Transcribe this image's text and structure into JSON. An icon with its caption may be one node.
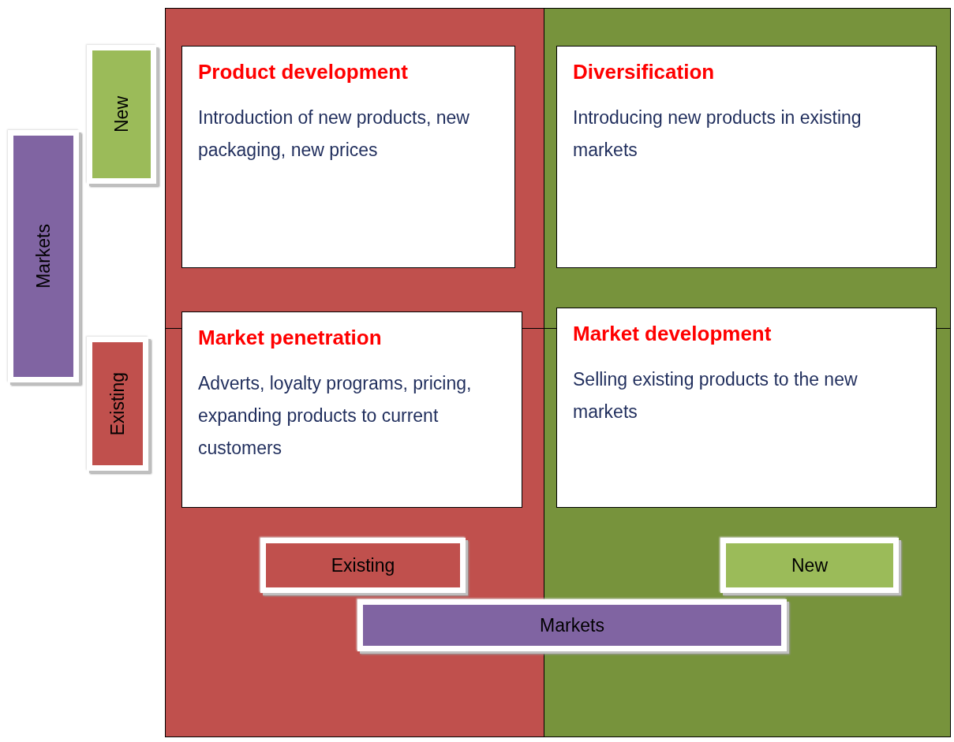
{
  "diagram": {
    "nodes": [
      {
        "text": [
          "Product development",
          "Introduction of new products, new packaging, new prices"
        ]
      },
      {
        "text": [
          "Diversification",
          "Introducing new products in existing markets"
        ]
      },
      {
        "text": [
          "Market penetration",
          "Adverts, loyalty programs, pricing, expanding products to current customers"
        ]
      },
      {
        "text": [
          "Market development",
          "Selling existing products to the new markets"
        ]
      },
      {
        "text": [
          "Markets"
        ]
      },
      {
        "text": [
          "New"
        ]
      },
      {
        "text": [
          "Existing"
        ]
      },
      {
        "text": [
          "Existing"
        ]
      },
      {
        "text": [
          "New"
        ]
      },
      {
        "text": [
          "Markets"
        ]
      }
    ]
  }
}
